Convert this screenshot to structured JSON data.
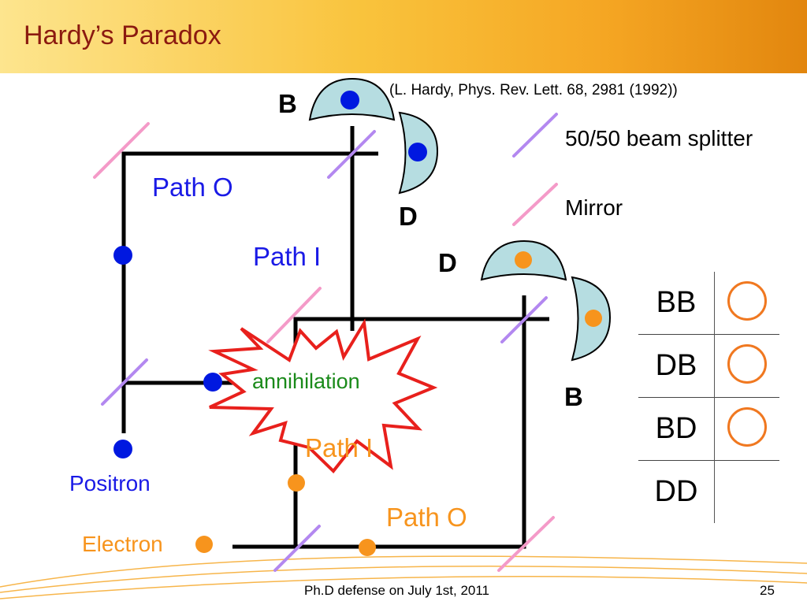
{
  "slide": {
    "title": "Hardy’s Paradox",
    "citation": "(L. Hardy, Phys. Rev. Lett. 68, 2981 (1992))",
    "footer_text": "Ph.D defense on July 1st, 2011",
    "page_number": "25"
  },
  "legend": {
    "beam_splitter": "50/50 beam splitter",
    "mirror": "Mirror"
  },
  "diagram": {
    "positron_detector_b": "B",
    "positron_detector_d": "D",
    "electron_detector_d": "D",
    "electron_detector_b": "B",
    "positron_path_o": "Path O",
    "positron_path_i": "Path I",
    "electron_path_i": "Path I",
    "electron_path_o": "Path O",
    "positron_label": "Positron",
    "electron_label": "Electron",
    "annihilation_label": "annihilation"
  },
  "outcome_table": {
    "rows": [
      {
        "label": "BB",
        "marked": true
      },
      {
        "label": "DB",
        "marked": true
      },
      {
        "label": "BD",
        "marked": true
      },
      {
        "label": "DD",
        "marked": false
      }
    ]
  },
  "colors": {
    "positron": "#0018e0",
    "electron": "#f7941d",
    "beam_splitter": "#b388f0",
    "mirror": "#f49ac8",
    "title": "#8b1a10",
    "path_label": "#1a1ae6",
    "annihilation_text": "#1a8a1a",
    "annihilation_star": "#e8201c"
  }
}
